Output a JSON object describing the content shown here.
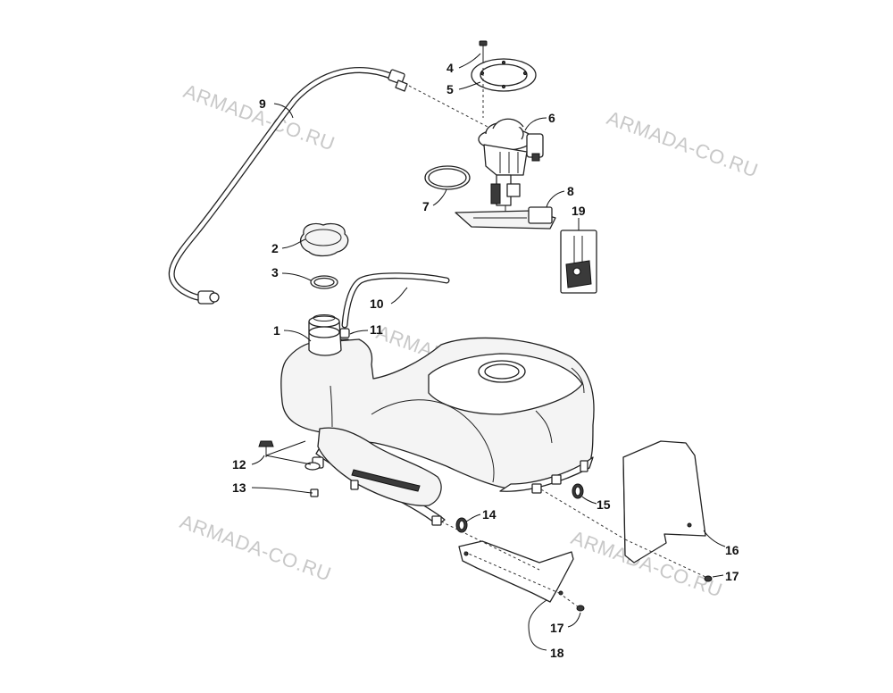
{
  "watermark": {
    "text": "ARMADA-CO.RU"
  },
  "callouts": [
    {
      "id": "c1",
      "label": "1"
    },
    {
      "id": "c2",
      "label": "2"
    },
    {
      "id": "c3",
      "label": "3"
    },
    {
      "id": "c4",
      "label": "4"
    },
    {
      "id": "c5",
      "label": "5"
    },
    {
      "id": "c6",
      "label": "6"
    },
    {
      "id": "c7",
      "label": "7"
    },
    {
      "id": "c8",
      "label": "8"
    },
    {
      "id": "c9",
      "label": "9"
    },
    {
      "id": "c10",
      "label": "10"
    },
    {
      "id": "c11",
      "label": "11"
    },
    {
      "id": "c12",
      "label": "12"
    },
    {
      "id": "c13",
      "label": "13"
    },
    {
      "id": "c14",
      "label": "14"
    },
    {
      "id": "c15",
      "label": "15"
    },
    {
      "id": "c16",
      "label": "16"
    },
    {
      "id": "c17a",
      "label": "17"
    },
    {
      "id": "c17b",
      "label": "17"
    },
    {
      "id": "c18",
      "label": "18"
    },
    {
      "id": "c19",
      "label": "19"
    }
  ]
}
